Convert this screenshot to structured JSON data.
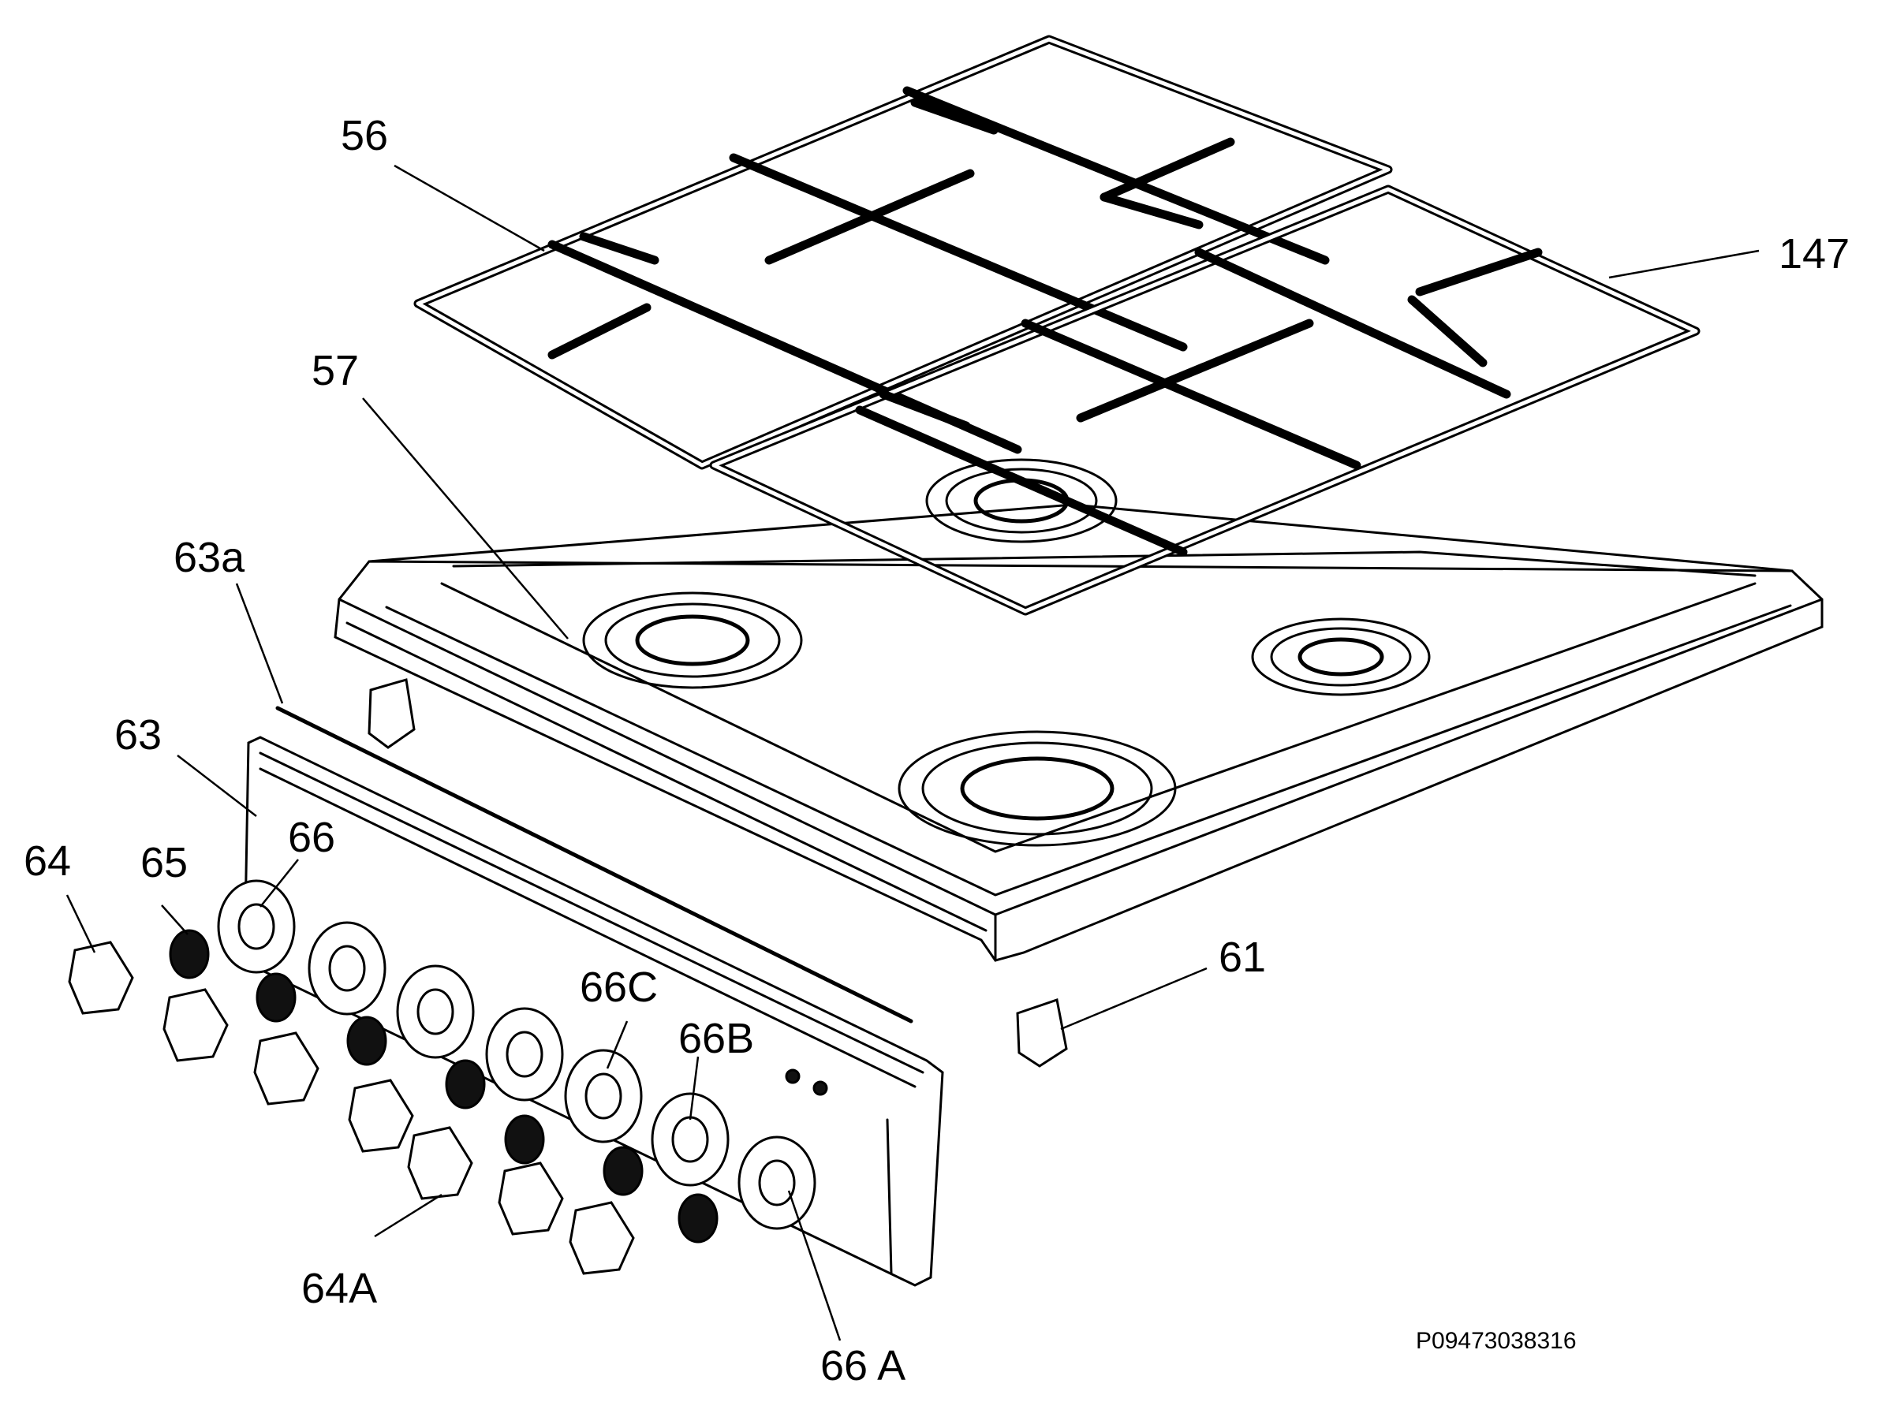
{
  "labels": {
    "l56": "56",
    "l57": "57",
    "l147": "147",
    "l63a": "63a",
    "l63": "63",
    "l64": "64",
    "l65": "65",
    "l66": "66",
    "l66c": "66C",
    "l66b": "66B",
    "l64a": "64A",
    "l66a": "66 A",
    "l61": "61"
  },
  "reference_code": "P09473038316"
}
